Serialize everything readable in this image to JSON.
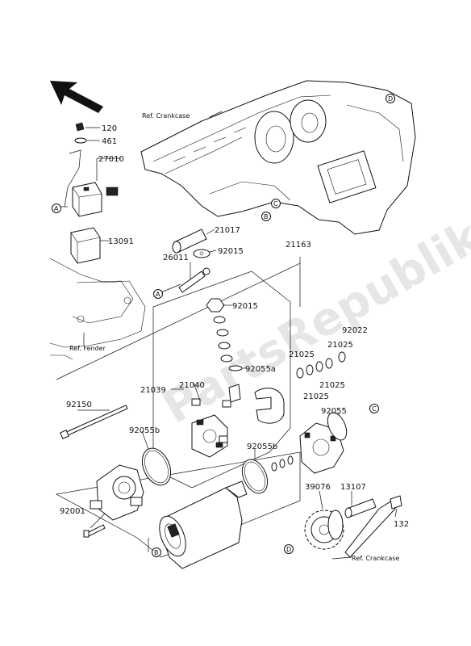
{
  "watermark": "PartsRepublik",
  "watermark_tm": "™",
  "references": {
    "crankcase_top": "Ref. Crankcase",
    "fender": "Ref. Fender",
    "crankcase_bottom": "Ref. Crankcase"
  },
  "markers": {
    "a": "A",
    "b": "B",
    "c": "C",
    "d": "D"
  },
  "parts": {
    "p120": "120",
    "p461": "461",
    "p27010": "27010",
    "p13091": "13091",
    "p21017": "21017",
    "p21163": "21163",
    "p26011": "26011",
    "p92015a": "92015",
    "p92015b": "92015",
    "p92022": "92022",
    "p21025a": "21025",
    "p21025b": "21025",
    "p21025c": "21025",
    "p21025d": "21025",
    "p92055a": "92055a",
    "p21040": "21040",
    "p21039": "21039",
    "p92150": "92150",
    "p92055": "92055",
    "p92055b_left": "92055b",
    "p92055b_mid": "92055b",
    "p92001": "92001",
    "p39076": "39076",
    "p13107": "13107",
    "p132": "132"
  }
}
